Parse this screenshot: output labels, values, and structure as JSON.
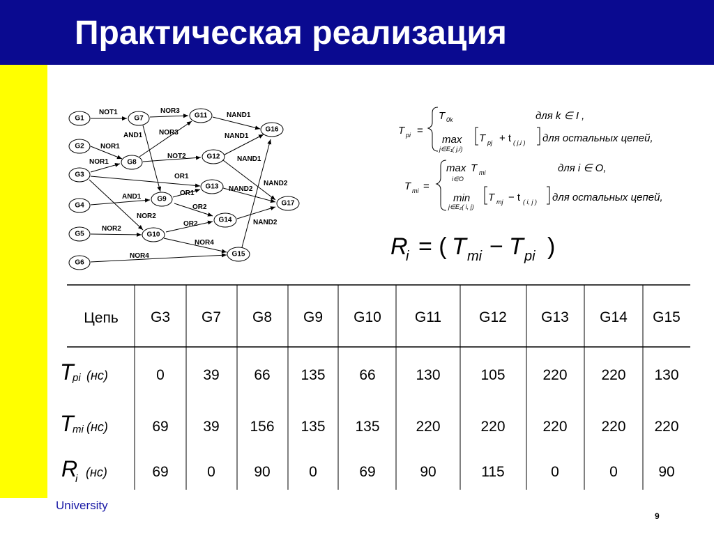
{
  "slide": {
    "title": "Практическая реализация",
    "footer": "University",
    "page_number": "9"
  },
  "graph": {
    "nodes": [
      {
        "id": "G1",
        "label": "G1"
      },
      {
        "id": "G2",
        "label": "G2"
      },
      {
        "id": "G3",
        "label": "G3"
      },
      {
        "id": "G4",
        "label": "G4"
      },
      {
        "id": "G5",
        "label": "G5"
      },
      {
        "id": "G6",
        "label": "G6"
      },
      {
        "id": "G7",
        "label": "G7"
      },
      {
        "id": "G8",
        "label": "G8"
      },
      {
        "id": "G9",
        "label": "G9"
      },
      {
        "id": "G10",
        "label": "G10"
      },
      {
        "id": "G11",
        "label": "G11"
      },
      {
        "id": "G12",
        "label": "G12"
      },
      {
        "id": "G13",
        "label": "G13"
      },
      {
        "id": "G14",
        "label": "G14"
      },
      {
        "id": "G15",
        "label": "G15"
      },
      {
        "id": "G16",
        "label": "G16"
      },
      {
        "id": "G17",
        "label": "G17"
      }
    ],
    "edge_labels": [
      {
        "id": "not1",
        "text": "NOT1"
      },
      {
        "id": "nor3a",
        "text": "NOR3"
      },
      {
        "id": "nand1a",
        "text": "NAND1"
      },
      {
        "id": "and1a",
        "text": "AND1"
      },
      {
        "id": "nor3b",
        "text": "NOR3"
      },
      {
        "id": "nand1b",
        "text": "NAND1"
      },
      {
        "id": "nor1a",
        "text": "NOR1"
      },
      {
        "id": "not2",
        "text": "NOT2"
      },
      {
        "id": "nand1c",
        "text": "NAND1"
      },
      {
        "id": "nor1b",
        "text": "NOR1"
      },
      {
        "id": "or1a",
        "text": "OR1"
      },
      {
        "id": "nand2a",
        "text": "NAND2"
      },
      {
        "id": "or1b",
        "text": "OR1"
      },
      {
        "id": "nand2b",
        "text": "NAND2"
      },
      {
        "id": "and1b",
        "text": "AND1"
      },
      {
        "id": "or2a",
        "text": "OR2"
      },
      {
        "id": "nor2a",
        "text": "NOR2"
      },
      {
        "id": "or2b",
        "text": "OR2"
      },
      {
        "id": "nand2c",
        "text": "NAND2"
      },
      {
        "id": "nor2b",
        "text": "NOR2"
      },
      {
        "id": "nor4a",
        "text": "NOR4"
      },
      {
        "id": "nor4b",
        "text": "NOR4"
      }
    ]
  },
  "formulas": {
    "tpi_lhs": "T",
    "tpi_lhs_sub": "pi",
    "eq": "=",
    "tpi_case1_expr": "T",
    "tpi_case1_sub": "0k",
    "tpi_case1_cond": "для k ∈ I ,",
    "tpi_case2_max": "max",
    "tpi_case2_under": "j∈E₁( j,i)",
    "tpi_case2_expr_T": "T",
    "tpi_case2_expr_Tsub": "pj",
    "tpi_case2_plus": "+ t",
    "tpi_case2_tsub": "( j,i )",
    "tpi_case2_cond": "для остальных цепей,",
    "tmi_lhs": "T",
    "tmi_lhs_sub": "mi",
    "tmi_case1_max": "max",
    "tmi_case1_T": "T",
    "tmi_case1_Tsub": "mi",
    "tmi_case1_under": "i∈O",
    "tmi_case1_cond": "для i ∈ O,",
    "tmi_case2_min": "min",
    "tmi_case2_under": "j∈E₂( i, j)",
    "tmi_case2_T": "T",
    "tmi_case2_Tsub": "mj",
    "tmi_case2_minus": "− t",
    "tmi_case2_tsub": "( i, j )",
    "tmi_case2_cond": "для остальных цепей,",
    "ri_R": "R",
    "ri_Rsub": "i",
    "ri_eq": "= (",
    "ri_T1": "T",
    "ri_T1sub": "mi",
    "ri_minus": "−",
    "ri_T2": "T",
    "ri_T2sub": "pi",
    "ri_close": ")"
  },
  "table": {
    "header_label": "Цепь",
    "columns": [
      "G3",
      "G7",
      "G8",
      "G9",
      "G10",
      "G11",
      "G12",
      "G13",
      "G14",
      "G15"
    ],
    "rows": [
      {
        "sym": "T",
        "sub": "pi",
        "unit": "(нс)",
        "values": [
          "0",
          "39",
          "66",
          "135",
          "66",
          "130",
          "105",
          "220",
          "220",
          "130"
        ]
      },
      {
        "sym": "T",
        "sub": "mi",
        "unit": "(нс)",
        "values": [
          "69",
          "39",
          "156",
          "135",
          "135",
          "220",
          "220",
          "220",
          "220",
          "220"
        ]
      },
      {
        "sym": "R",
        "sub": "i",
        "unit": "(нс)",
        "values": [
          "69",
          "0",
          "90",
          "0",
          "69",
          "90",
          "115",
          "0",
          "0",
          "90"
        ]
      }
    ]
  }
}
